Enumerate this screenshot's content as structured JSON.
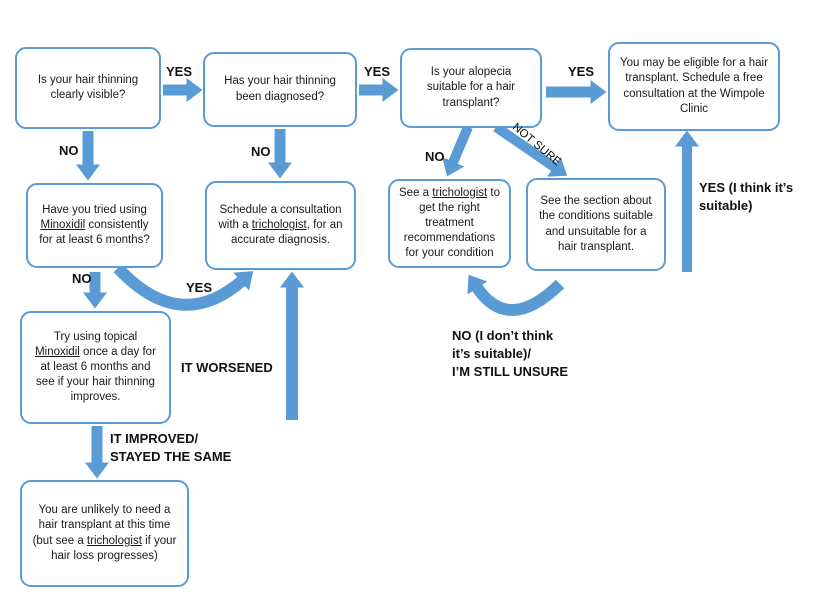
{
  "colors": {
    "accent": "#5B9BD5",
    "box_bg": "#FFFFFF",
    "text": "#1A1A1A"
  },
  "boxes": {
    "q_visible": {
      "segments": [
        {
          "t": "Is your hair thinning clearly visible?"
        }
      ]
    },
    "q_diagnosed": {
      "segments": [
        {
          "t": "Has your hair thinning been diagnosed?"
        }
      ]
    },
    "q_suitable": {
      "segments": [
        {
          "t": "Is your alopecia suitable for a hair transplant?"
        }
      ]
    },
    "eligible": {
      "segments": [
        {
          "t": "You may be eligible for a hair transplant. Schedule a free consultation at the Wimpole Clinic"
        }
      ]
    },
    "q_minoxidil": {
      "segments": [
        {
          "t": "Have you tried using "
        },
        {
          "t": "Minoxidil",
          "u": true
        },
        {
          "t": " consistently for at least 6 months?"
        }
      ]
    },
    "consult": {
      "segments": [
        {
          "t": "Schedule a consultation with a "
        },
        {
          "t": "trichologist",
          "u": true
        },
        {
          "t": ", for an accurate diagnosis."
        }
      ]
    },
    "trichologist": {
      "segments": [
        {
          "t": "See a "
        },
        {
          "t": "trichologist",
          "u": true
        },
        {
          "t": " to get the right treatment recommendations for your condition"
        }
      ]
    },
    "section": {
      "segments": [
        {
          "t": "See the section about the conditions suitable and unsuitable for a hair transplant."
        }
      ]
    },
    "try_minoxidil": {
      "segments": [
        {
          "t": "Try using topical "
        },
        {
          "t": "Minoxidil",
          "u": true
        },
        {
          "t": " once a day for at least 6 months and see if your hair thinning improves."
        }
      ]
    },
    "unlikely": {
      "segments": [
        {
          "t": "You are unlikely to need a hair transplant at this time (but see a "
        },
        {
          "t": "trichologist",
          "u": true
        },
        {
          "t": " if your hair loss progresses)"
        }
      ]
    }
  },
  "labels": {
    "yes1": "YES",
    "yes2": "YES",
    "yes3": "YES",
    "no1": "NO",
    "no2": "NO",
    "no3": "NO",
    "no4": "NO",
    "not_sure": "NOT SURE",
    "yes_think": "YES (I think it’s\nsuitable)",
    "yes_curve": "YES",
    "it_worsened": "IT WORSENED",
    "no_unsure": "NO (I don’t think\nit’s suitable)/\nI’M STILL UNSURE",
    "it_improved": "IT IMPROVED/\nSTAYED THE SAME"
  }
}
